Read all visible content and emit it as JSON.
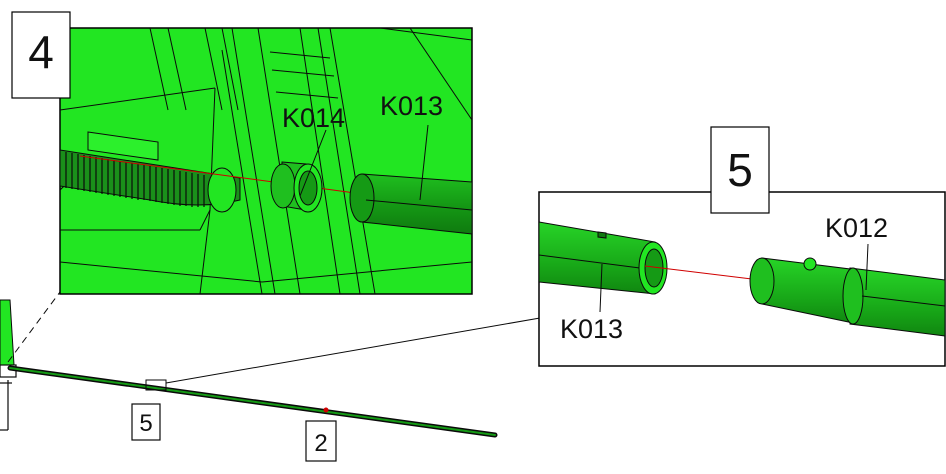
{
  "views": {
    "detail_4": {
      "step": "4",
      "parts": [
        {
          "label": "K014"
        },
        {
          "label": "K013"
        }
      ]
    },
    "detail_5": {
      "step": "5",
      "parts": [
        {
          "label": "K012"
        },
        {
          "label": "K013"
        }
      ]
    }
  },
  "overview": {
    "callouts": [
      {
        "label": "5"
      },
      {
        "label": "2"
      }
    ]
  },
  "colors": {
    "part_fill": "#22e622",
    "part_dark": "#159a15",
    "part_mid": "#1fbf1f",
    "edge": "#0a0a0a",
    "axis_line": "#d00000",
    "frame": "#000000"
  }
}
